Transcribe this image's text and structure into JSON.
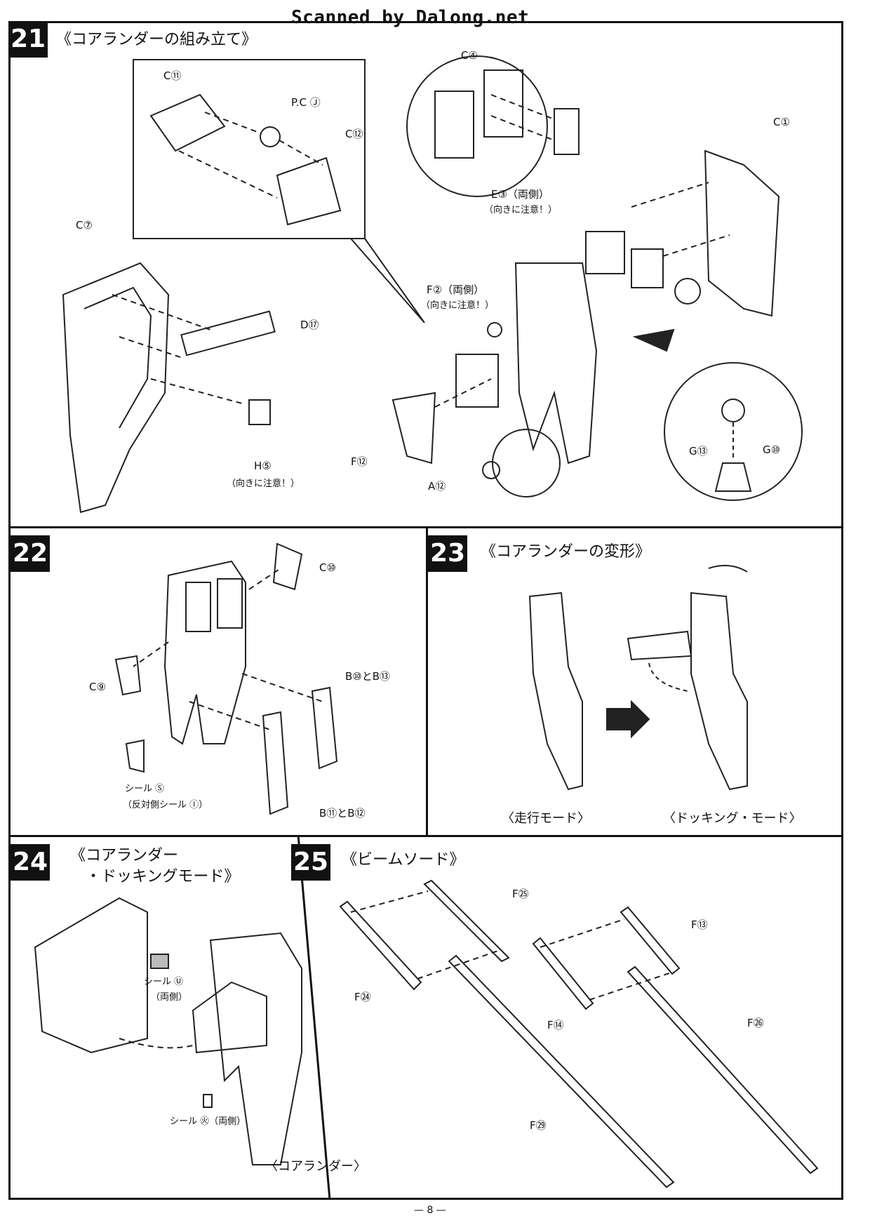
{
  "header": {
    "watermark": "Scanned by Dalong.net"
  },
  "steps": [
    {
      "number": "21",
      "title": "《コアランダーの組み立て》"
    },
    {
      "number": "22",
      "title": ""
    },
    {
      "number": "23",
      "title": "《コアランダーの変形》"
    },
    {
      "number": "24",
      "title": "《コアランダー\n　・ドッキングモード》"
    },
    {
      "number": "25",
      "title": "《ビームソード》"
    }
  ],
  "step21": {
    "parts": {
      "c11": "C⑪",
      "pcj": "P.C Ⓙ",
      "c12": "C⑫",
      "c7": "C⑦",
      "d17": "D⑰",
      "h5": "H⑤",
      "c4": "C④",
      "e3": "E③（両側）",
      "c1": "C①",
      "f2": "F②（両側）",
      "f12": "F⑫",
      "a12": "A⑫",
      "g13": "G⑬",
      "g10": "G⑩"
    },
    "notes": {
      "h5_note": "（向きに注意！）",
      "e3_note": "（向きに注意！）",
      "f2_note": "（向きに注意！）"
    }
  },
  "step22": {
    "parts": {
      "c10": "C⑩",
      "c9": "C⑨",
      "b10b13": "B⑩とB⑬",
      "b11b12": "B⑪とB⑫",
      "seal_sa": "シール Ⓢ",
      "seal_i": "（反対側シール Ⓘ）"
    }
  },
  "step23": {
    "captions": {
      "run_mode": "〈走行モード〉",
      "dock_mode": "〈ドッキング・モード〉"
    }
  },
  "step24": {
    "parts": {
      "seal_u": "シール Ⓤ",
      "seal_u_note": "（両側）",
      "seal_e": "シール ㊋（両側）"
    },
    "captions": {
      "core_lander": "〈コアランダー〉"
    }
  },
  "step25": {
    "parts": {
      "f25": "F㉕",
      "f24": "F㉔",
      "f13": "F⑬",
      "f14": "F⑭",
      "f26": "F㉖",
      "f29": "F㉙"
    }
  },
  "footer": {
    "page": "— 8 —"
  }
}
